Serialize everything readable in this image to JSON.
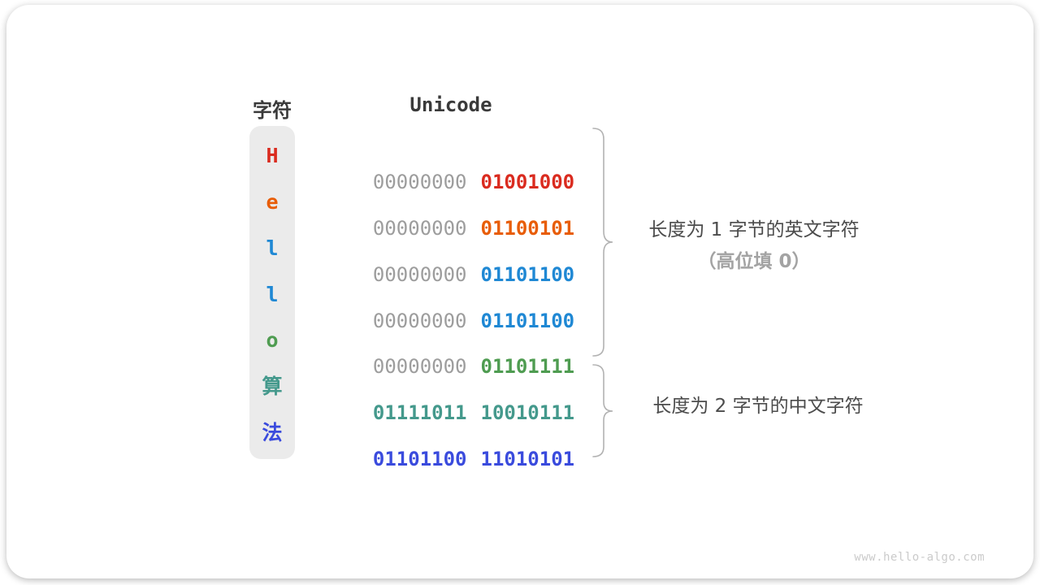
{
  "header": {
    "char_column": "字符",
    "unicode_column": "Unicode"
  },
  "rows": [
    {
      "char": "H",
      "gray": "00000000",
      "bytes": [
        "01001000"
      ],
      "color": "#da2b1f"
    },
    {
      "char": "e",
      "gray": "00000000",
      "bytes": [
        "01100101"
      ],
      "color": "#e85d07"
    },
    {
      "char": "l",
      "gray": "00000000",
      "bytes": [
        "01101100"
      ],
      "color": "#1f88d4"
    },
    {
      "char": "l",
      "gray": "00000000",
      "bytes": [
        "01101100"
      ],
      "color": "#1f88d4"
    },
    {
      "char": "o",
      "gray": "00000000",
      "bytes": [
        "01101111"
      ],
      "color": "#4f9c51"
    },
    {
      "char": "算",
      "gray": "",
      "bytes": [
        "01111011",
        "10010111"
      ],
      "color": "#44998c"
    },
    {
      "char": "法",
      "gray": "",
      "bytes": [
        "01101100",
        "11010101"
      ],
      "color": "#3a4bdd"
    }
  ],
  "annotations": {
    "english": {
      "line1": "长度为 1 字节的英文字符",
      "line2": "（高位填 0）"
    },
    "chinese": {
      "line1": "长度为 2 字节的中文字符"
    }
  },
  "watermark": "www.hello-algo.com",
  "colors": {
    "gray_bits": "#9d9d9d",
    "column_bg": "#ebebeb",
    "header_text": "#3a3a3a",
    "annotation_text": "#4c4c4c",
    "annotation_sub_text": "#a3a3a3",
    "brace": "#b2b2b2",
    "watermark_text": "#cbcbcb"
  }
}
